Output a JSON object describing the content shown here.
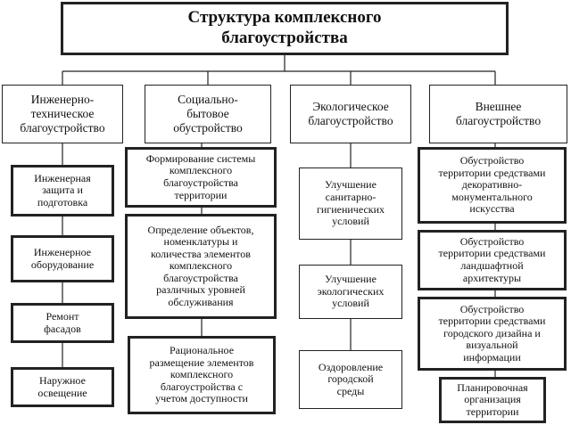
{
  "title": "Структура комплексного\nблагоустройства",
  "columns": [
    {
      "heading": "Инженерно-\nтехническое\nблагоустройство",
      "items": [
        "Инженерная\nзащита и\nподготовка",
        "Инженерное\nоборудование",
        "Ремонт\nфасадов",
        "Наружное\nосвещение"
      ]
    },
    {
      "heading": "Социально-\nбытовое\nобустройство",
      "items": [
        "Формирование системы\nкомплексного\nблагоустройства\nтерритории",
        "Определение объектов,\nноменклатуры и\nколичества элементов\nкомплексного\nблагоустройства\nразличных уровней\nобслуживания",
        "Рациональное\nразмещение элементов\nкомплексного\nблагоустройства с\nучетом доступности"
      ]
    },
    {
      "heading": "Экологическое\nблагоустройство",
      "items": [
        "Улучшение\nсанитарно-\nгигиенических\nусловий",
        "Улучшение\nэкологических\nусловий",
        "Оздоровление\nгородской\nсреды"
      ]
    },
    {
      "heading": "Внешнее\nблагоустройство",
      "items": [
        "Обустройство\nтерритории средствами\nдекоративно-\nмонументального\nискусства",
        "Обустройство\nтерритории средствами\nландшафтной\nархитектуры",
        "Обустройство\nтерритории средствами\nгородского дизайна и\nвизуальной\nинформации",
        "Планировочная\nорганизация\nтерритории"
      ]
    }
  ]
}
